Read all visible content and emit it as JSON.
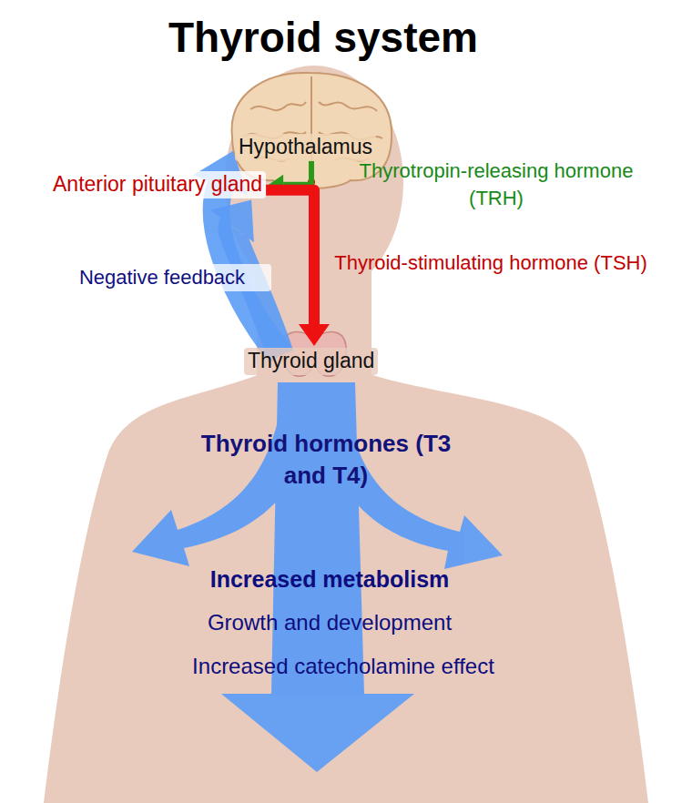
{
  "diagram": {
    "title": "Thyroid system",
    "nodes": [
      {
        "text": [
          "Hypothalamus"
        ]
      },
      {
        "text": [
          "Anterior pituitary gland"
        ]
      },
      {
        "text": [
          "Thyroid gland"
        ]
      }
    ],
    "edges": [
      {
        "from": 0,
        "to": 1,
        "arrow": "to",
        "label": "Thyrotropin-releasing hormone (TRH)"
      },
      {
        "from": 1,
        "to": 2,
        "arrow": "to",
        "label": "Thyroid-stimulating hormone (TSH)"
      },
      {
        "from": 2,
        "to": 0,
        "arrow": "to",
        "label": "Negative feedback"
      },
      {
        "from": 2,
        "to": 1,
        "arrow": "to"
      }
    ],
    "labels": [
      "Thyroid hormones (T3 and T4)",
      "Increased metabolism",
      "Growth and development",
      "Increased catecholamine effect"
    ]
  }
}
